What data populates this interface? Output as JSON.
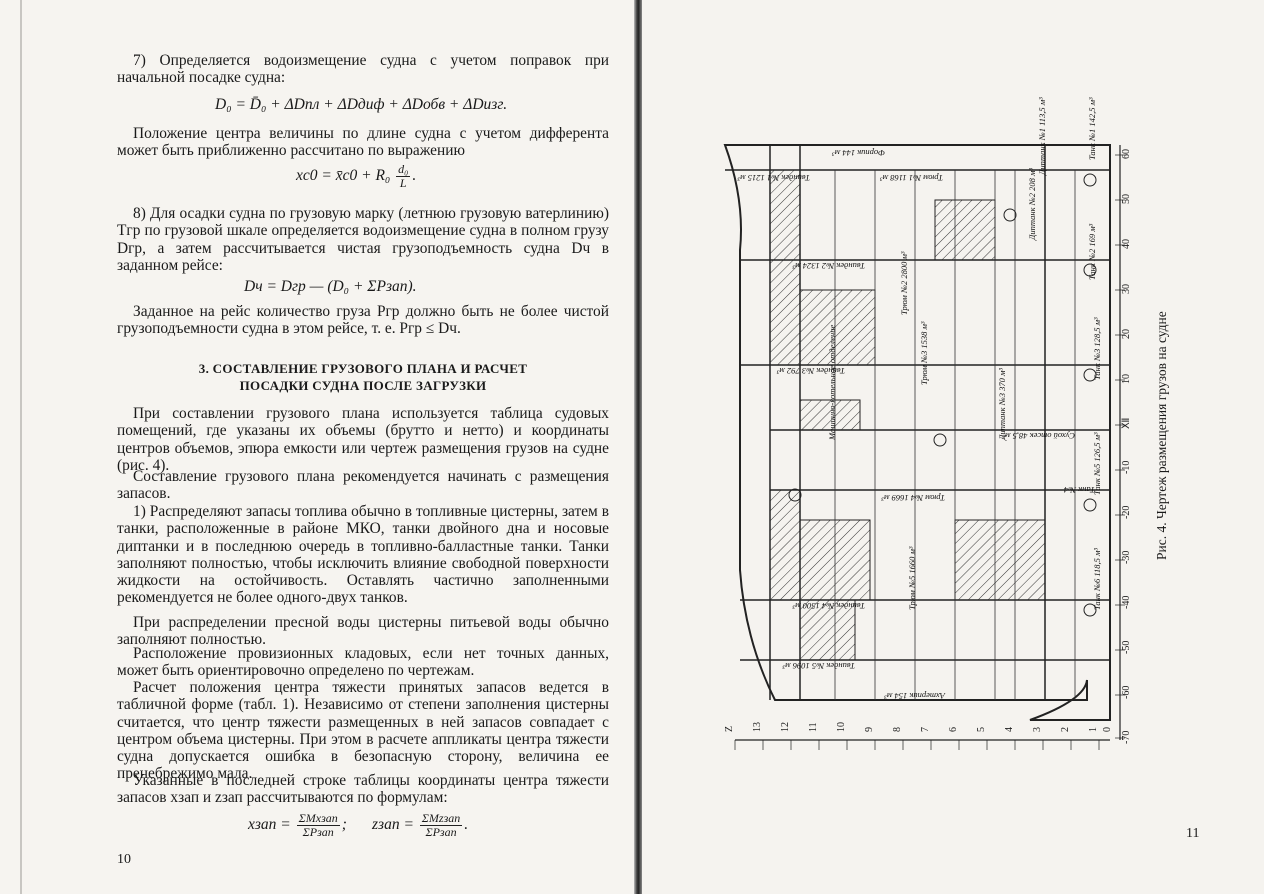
{
  "left_page": {
    "p7_text": "7) Определяется водоизмещение судна с учетом поправок при начальной посадке судна:",
    "formula_D0": "D₀ = D̄₀ + ΔDпл + ΔDдиф + ΔDобв + ΔDизг.",
    "p_center_text": "Положение центра величины по длине судна с учетом дифферента может быть приближенно рассчитано по выражению",
    "formula_xc0_left": "xc0 = x̄c0 + R₀",
    "formula_xc0_num": "d₀",
    "formula_xc0_den": "L",
    "p8_text": "8) Для осадки судна по грузовую марку (летнюю грузовую ватерлинию) Tгр по грузовой шкале определяется водоизмещение судна в полном грузу Dгр, а затем рассчитывается чистая грузоподъемность судна Dч в заданном рейсе:",
    "formula_Dch": "Dч = Dгр — (D₀ + ΣPзап).",
    "p_cargo_text": "Заданное на рейс количество груза Pгр должно быть не более чистой грузоподъемности судна в этом рейсе, т. е. Pгр ≤ Dч.",
    "heading_line1": "3. СОСТАВЛЕНИЕ ГРУЗОВОГО ПЛАНА И РАСЧЕТ",
    "heading_line2": "ПОСАДКИ СУДНА ПОСЛЕ ЗАГРУЗКИ",
    "p_plan_text": "При составлении грузового плана используется таблица судовых помещений, где указаны их объемы (брутто и нетто) и координаты центров объемов, эпюра емкости или чертеж размещения грузов на судне (рис. 4).",
    "p_order_text": "Составление грузового плана рекомендуется начинать с размещения запасов.",
    "p1_text": "1) Распределяют запасы топлива обычно в топливные цистерны, затем в танки, расположенные в районе МКО, танки двойного дна и носовые диптанки и в последнюю очередь в топливно-балластные танки. Танки заполняют полностью, чтобы исключить влияние свободной поверхности жидкости на остойчивость. Оставлять частично заполненными рекомендуется не более одного-двух танков.",
    "p_water_text": "При распределении пресной воды цистерны питьевой воды обычно заполняют полностью.",
    "p_provision_text": "Расположение провизионных кладовых, если нет точных данных, может быть ориентировочно определено по чертежам.",
    "p_calc_text": "Расчет положения центра тяжести принятых запасов ведется в табличной форме (табл. 1). Независимо от степени заполнения цистерны считается, что центр тяжести размещенных в ней запасов совпадает с центром объема цистерны. При этом в расчете аппликаты центра тяжести судна допускается ошибка в безопасную сторону, величина ее пренебрежимо мала.",
    "p_coords_text": "Указанные в последней строке таблицы координаты центра тяжести запасов xзап и zзап рассчитываются по формулам:",
    "formula_x_left": "xзап =",
    "formula_x_num": "ΣMxзап",
    "formula_x_den": "ΣPзап",
    "formula_z_left": "zзап =",
    "formula_z_num": "ΣMzзап",
    "formula_z_den": "ΣPзап",
    "page_number": "10"
  },
  "right_page": {
    "caption": "Рис. 4. Чертеж размещения грузов на судне",
    "page_number": "11",
    "drawing": {
      "scale_ticks_right": [
        "60",
        "50",
        "40",
        "30",
        "20",
        "10",
        "Ⅻ",
        "-10",
        "-20",
        "-30",
        "-40",
        "-50",
        "-60",
        "-70"
      ],
      "scale_ticks_bottom": [
        "Z",
        "13",
        "12",
        "11",
        "10",
        "9",
        "8",
        "7",
        "6",
        "5",
        "4",
        "3",
        "2",
        "1",
        "0"
      ],
      "labels": [
        "Форпик 144 м³",
        "Трюм №1 1168 м³",
        "Твиндек №1 1215 м³",
        "Диптанк №1 113,5 м³",
        "Диптанк №2 208 м³",
        "Танк №1 142,5 м³",
        "Твиндек №2 1324 м³",
        "Трюм №2 2800 м³",
        "Танк №2 169 м³",
        "Твиндек №3 792 м³",
        "Трюм №3 1538 м³",
        "Танк №3 128,5 м³",
        "Сухой отсек 48,5 м³",
        "Машинно-котельное отделение",
        "Танк №4",
        "Диптанк №3 370 м³",
        "Трюм №4 1669 м³",
        "Танк №5 126,5 м³",
        "Твиндек №4 1500 м³",
        "Трюм №5 1660 м³",
        "Танк №6 118,5 м³",
        "Твиндек №5 1096 м³",
        "Ахтерпик 154 м³"
      ]
    }
  }
}
